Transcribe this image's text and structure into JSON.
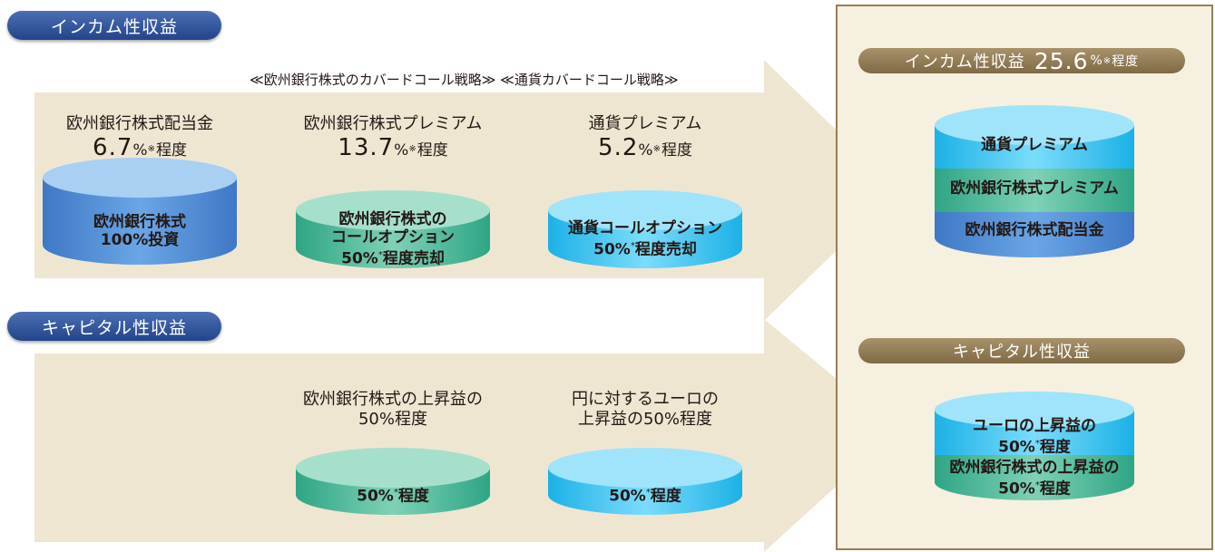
{
  "income": {
    "heading": "インカム性収益",
    "strategy_note": "≪欧州銀行株式のカバードコール戦略≫ ≪通貨カバードコール戦略≫",
    "columns": [
      {
        "label": "欧州銀行株式配当金",
        "value": "6.7",
        "unit": "%",
        "mark": "※",
        "suffix": "程度",
        "cylinder_line1": "欧州銀行株式",
        "cylinder_line2": "100%投資"
      },
      {
        "label": "欧州銀行株式プレミアム",
        "value": "13.7",
        "unit": "%",
        "mark": "※",
        "suffix": "程度",
        "cylinder_line1": "欧州銀行株式の",
        "cylinder_line2": "コールオプション",
        "cylinder_line3_pct": "50%",
        "cylinder_line3_mark": "*",
        "cylinder_line3_rest": "程度売却"
      },
      {
        "label": "通貨プレミアム",
        "value": "5.2",
        "unit": "%",
        "mark": "※",
        "suffix": "程度",
        "cylinder_line1": "通貨コールオプション",
        "cylinder_line2_pct": "50%",
        "cylinder_line2_mark": "*",
        "cylinder_line2_rest": "程度売却"
      }
    ]
  },
  "capital": {
    "heading": "キャピタル性収益",
    "columns": [
      {
        "label_line1": "欧州銀行株式の上昇益の",
        "label_line2": "50%程度",
        "cylinder_pct": "50%",
        "cylinder_mark": "*",
        "cylinder_rest": "程度"
      },
      {
        "label_line1": "円に対するユーロの",
        "label_line2": "上昇益の50%程度",
        "cylinder_pct": "50%",
        "cylinder_mark": "*",
        "cylinder_rest": "程度"
      }
    ]
  },
  "summary": {
    "income_label": "インカム性収益",
    "income_value": "25.6",
    "income_unit": "%",
    "income_mark": "※",
    "income_suffix": "程度",
    "income_layers": [
      "通貨プレミアム",
      "欧州銀行株式プレミアム",
      "欧州銀行株式配当金"
    ],
    "capital_label": "キャピタル性収益",
    "capital_layer1_line1": "ユーロの上昇益の",
    "capital_layer1_pct": "50%",
    "capital_layer1_mark": "*",
    "capital_layer1_rest": "程度",
    "capital_layer2_line1": "欧州銀行株式の上昇益の",
    "capital_layer2_pct": "50%",
    "capital_layer2_mark": "*",
    "capital_layer2_rest": "程度"
  },
  "colors": {
    "arrow": "#efe6d2",
    "panel": "#f6f0e0",
    "panel_border": "#9a7d55",
    "blue_pill": "#2d4f93",
    "gold_pill": "#8f7a52",
    "cyl_blue": "#4f8fd6",
    "cyl_green": "#52b99a",
    "cyl_cyan": "#3cc2ee"
  }
}
